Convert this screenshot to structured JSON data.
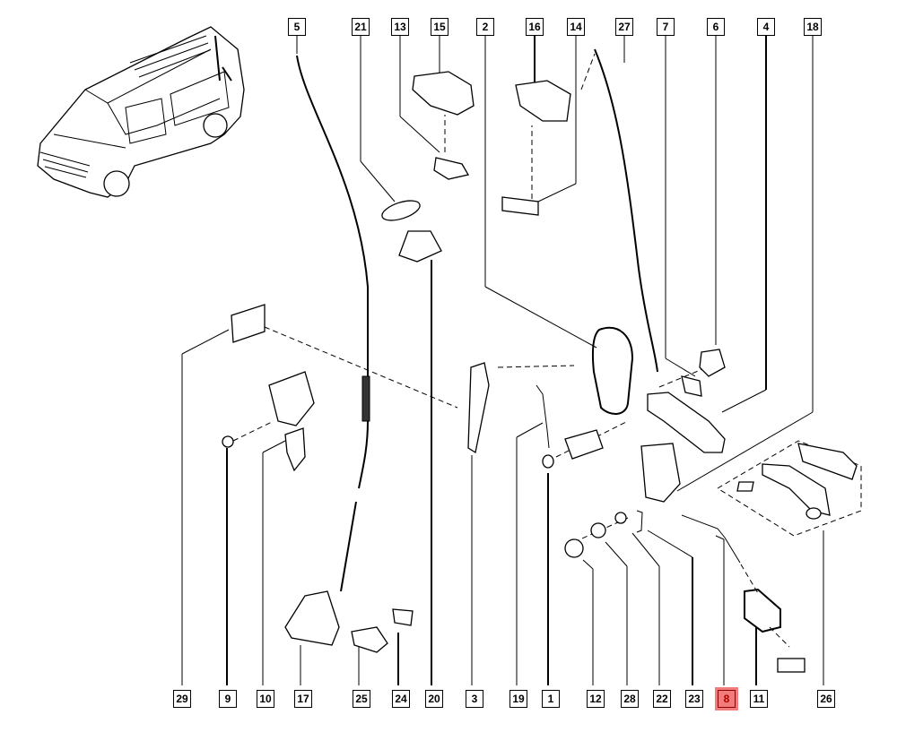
{
  "diagram": {
    "title": "Side sliding door lock mechanism - exploded parts view",
    "highlighted_label": "8",
    "highlight_color": "#f27b7b",
    "top_labels": [
      "5",
      "21",
      "13",
      "15",
      "2",
      "16",
      "14",
      "27",
      "7",
      "6",
      "4",
      "18"
    ],
    "bottom_labels": [
      "29",
      "9",
      "10",
      "17",
      "25",
      "24",
      "20",
      "3",
      "19",
      "1",
      "12",
      "28",
      "22",
      "23",
      "8",
      "11",
      "26"
    ]
  }
}
